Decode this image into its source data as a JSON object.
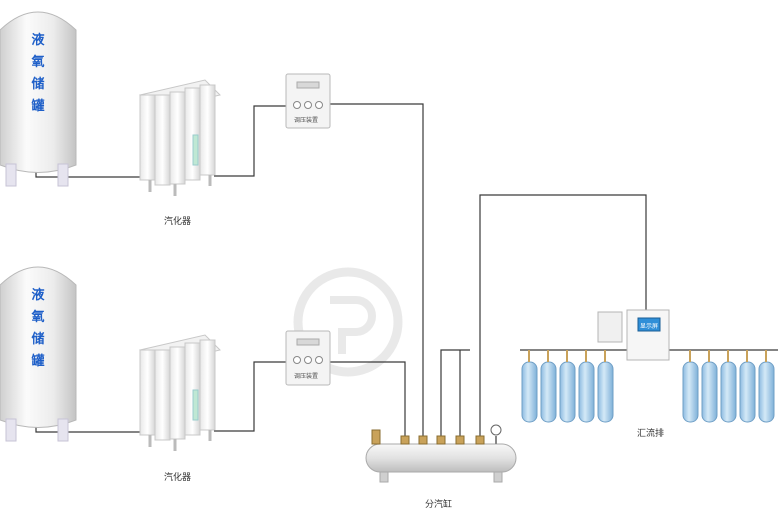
{
  "tanks": [
    {
      "chars": [
        "液",
        "氧",
        "储",
        "罐"
      ]
    },
    {
      "chars": [
        "液",
        "氧",
        "储",
        "罐"
      ]
    }
  ],
  "vaporizer_label": "汽化器",
  "regulator_labels": [
    "调压装置",
    "调压装置"
  ],
  "manifold_label": "汇流排",
  "manifold_screen": "显示屏",
  "header_label": "分汽缸",
  "colors": {
    "pipe": "#3a3a3a",
    "tank_text": "#1e5fc8",
    "cylinder": "#a9cde8",
    "brass": "#c9a25a"
  }
}
